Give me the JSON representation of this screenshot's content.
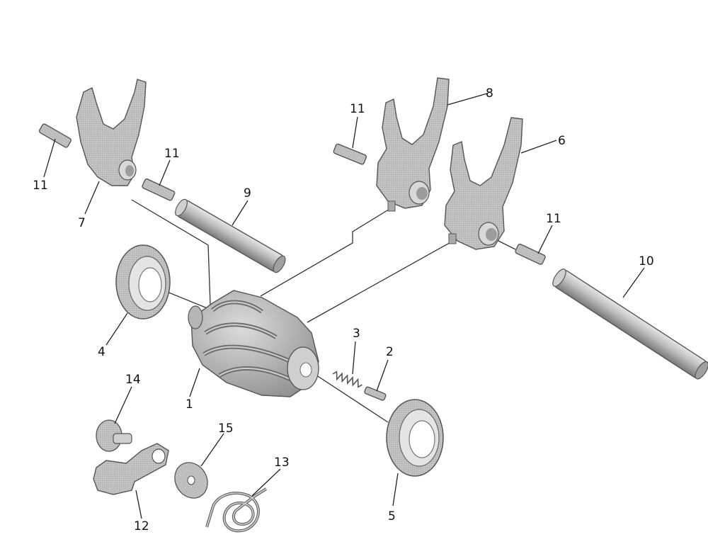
{
  "labels": {
    "p1": "1",
    "p2": "2",
    "p3": "3",
    "p4": "4",
    "p5": "5",
    "p6": "6",
    "p7": "7",
    "p8": "8",
    "p9": "9",
    "p10": "10",
    "p11a": "11",
    "p11b": "11",
    "p11c": "11",
    "p11d": "11",
    "p12": "12",
    "p13": "13",
    "p14": "14",
    "p15": "15"
  },
  "colors": {
    "part_fill": "#bdbdbd",
    "part_dark": "#8f8f8f",
    "part_light": "#e0e0e0"
  }
}
